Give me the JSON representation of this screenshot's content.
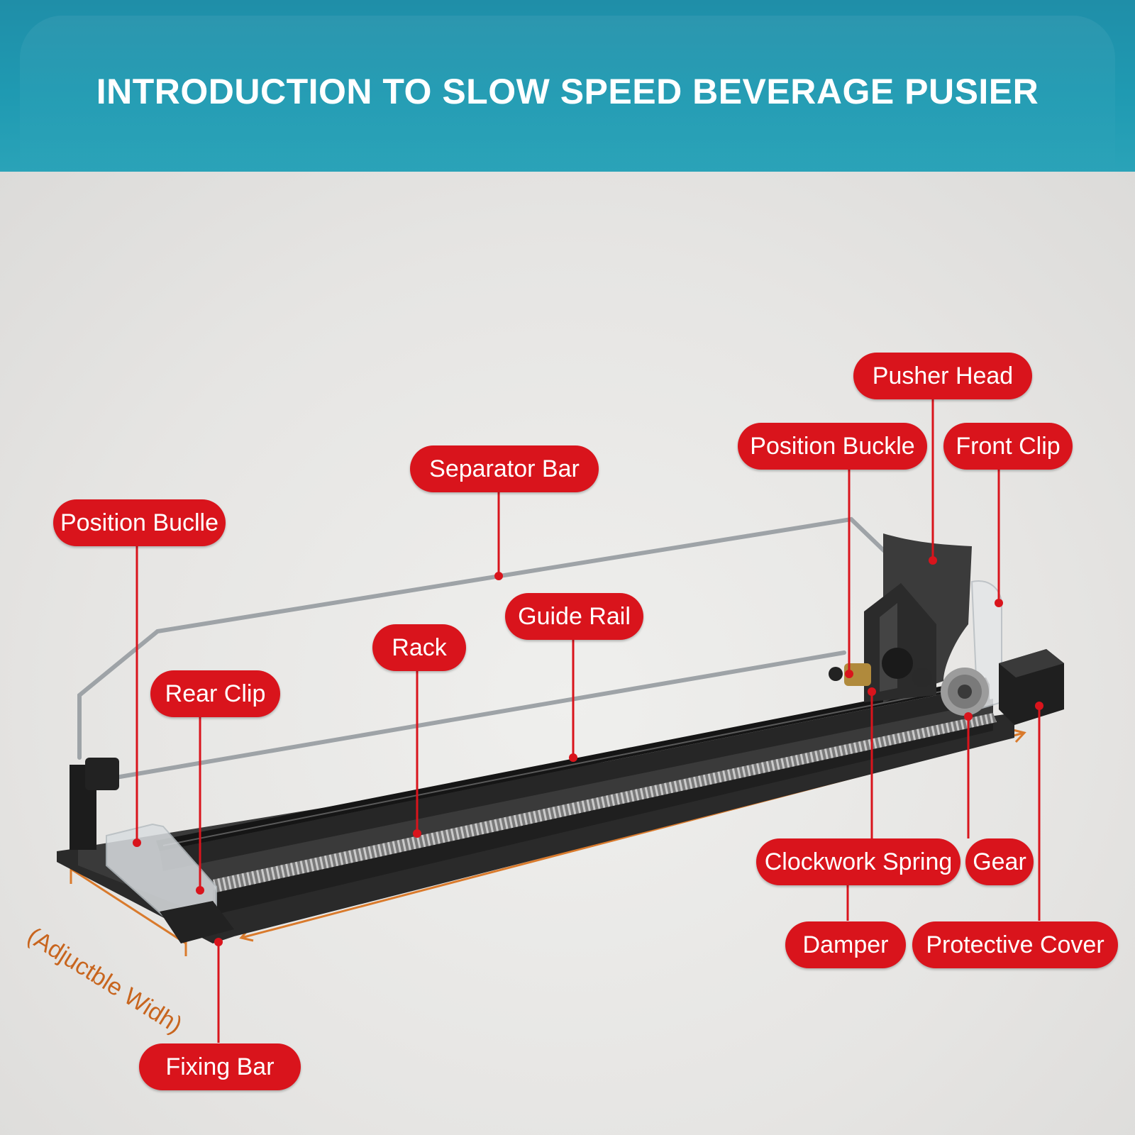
{
  "header": {
    "title": "INTRODUCTION TO SLOW SPEED BEVERAGE PUSIER",
    "color": "#1f9ab2"
  },
  "labels": {
    "pusher_head": "Pusher Head",
    "position_buckle": "Position Buckle",
    "front_clip": "Front Clip",
    "separator_bar": "Separator Bar",
    "position_bucle": "Position Buclle",
    "guide_rail": "Guide Rail",
    "rack": "Rack",
    "rear_clip": "Rear Clip",
    "clockwork_spring": "Clockwork Spring",
    "gear": "Gear",
    "damper": "Damper",
    "protective_cover": "Protective Cover",
    "fixing_bar": "Fixing Bar",
    "color": "#d9141c"
  },
  "dimension": {
    "text": "(Adjuctble Widh)",
    "color": "#c8651e"
  }
}
